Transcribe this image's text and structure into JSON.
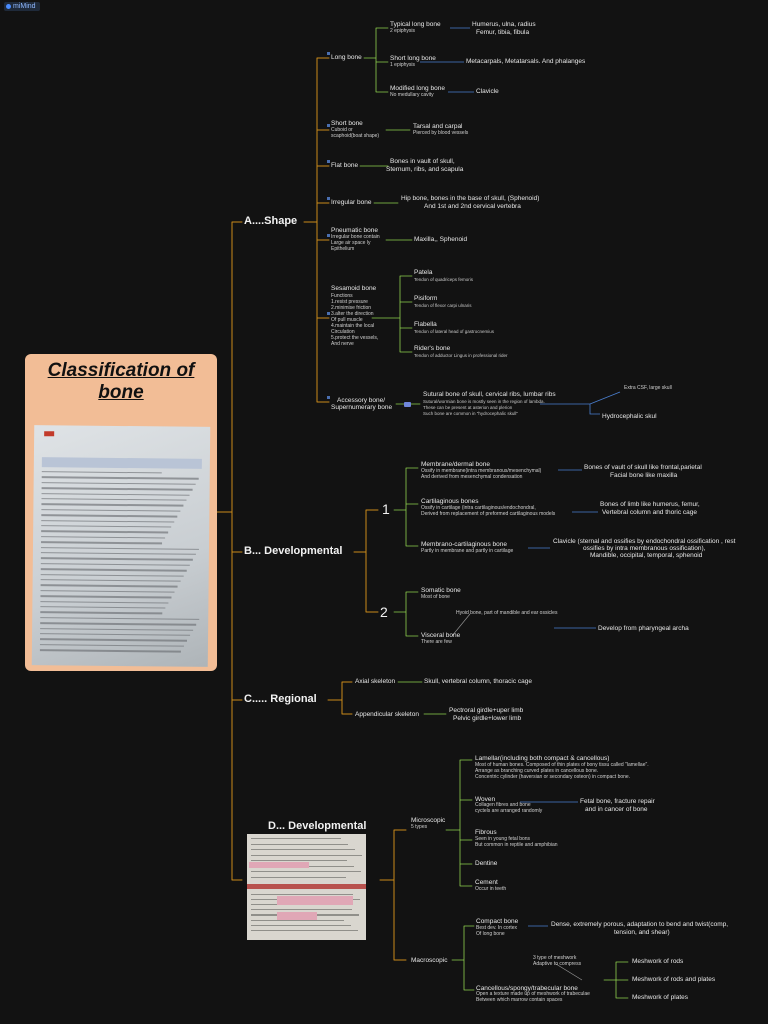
{
  "app": {
    "name": "miMind"
  },
  "central": {
    "title": "Classification of bone"
  },
  "shape": {
    "label": "A....Shape",
    "long_bone": {
      "label": "Long bone",
      "typical": {
        "title": "Typical long bone",
        "sub": "2 epiphysis",
        "ex1": "Humerus, ulna, radius",
        "ex2": "Femur, tibia, fibula"
      },
      "short": {
        "title": "Short long bone",
        "sub": "1 epiphysis",
        "ex": "Metacarpals, Metatarsals. And phalanges"
      },
      "modified": {
        "title": "Modified long bone",
        "sub": "No medullary cavity",
        "ex": "Clavicle"
      }
    },
    "short_bone": {
      "title": "Short bone",
      "sub1": "Cuboid or",
      "sub2": "scaphoid(boat shape)",
      "ex1": "Tarsal and carpal",
      "ex2": "Pierced by blood vessels"
    },
    "flat_bone": {
      "title": "Flat bone",
      "ex1": "Bones in vault of skull,",
      "ex2": "Sternum, ribs, and scapula"
    },
    "irregular_bone": {
      "title": "Irregular bone",
      "ex1": "Hip bone, bones in the base of skull,   (Sphenoid)",
      "ex2": "And 1st and 2nd cervical vertebra"
    },
    "pneumatic_bone": {
      "title": "Pneumatic bone",
      "sub1": "Irregular bone contain",
      "sub2": "Large air space ly",
      "sub3": "Epithelium",
      "ex": "Maxilla,, Sphenoid"
    },
    "sesamoid_bone": {
      "title": "Sesamoid bone",
      "functions": [
        "Functions",
        "1.resist pressure",
        "2.minimise friction",
        "3.alter the direction",
        "   Of pull muscle",
        "4.maintain the local",
        "   Circulation",
        "5.protect the vessels,",
        "   And nerve"
      ],
      "items": [
        {
          "title": "Patela",
          "sub": "Tendon of quadriceps femoris"
        },
        {
          "title": "Pisiform",
          "sub": "Tendon of flexor carpi ulnaris"
        },
        {
          "title": "Flabella",
          "sub": "Tendon of lateral head of gastrocnemius"
        },
        {
          "title": "Rider's bone",
          "sub": "Tendon of adductor Lingus in professional rider"
        }
      ]
    },
    "accessory_bone": {
      "title1": "Accessory bone/",
      "title2": "Supernumerary bone",
      "desc_title": "Sutural bone of skull, cervical ribs, lumbar ribs",
      "desc1": "Sutural/wormian bone is mostly seen in the region of lambda.",
      "desc2": "These can be present at asterion and plerion",
      "desc3": "Such bone are common in \"hydrocephalic skull\"",
      "note": "Extra CSF, large skull",
      "child": "Hydrocephalic skul"
    }
  },
  "developmental": {
    "label": "B... Developmental",
    "group1": {
      "num": "1",
      "membrane": {
        "title": "Membrane/dermal bone",
        "sub1": "Ossify in membrane(intra membranous/mesenchymal)",
        "sub2": "And derived from mesenchymal condensation",
        "ex1": "Bones of vault of skull like frontal,parietal",
        "ex2": "Facial bone like maxilla"
      },
      "cartilaginous": {
        "title": "Cartilaginous bones",
        "sub1": "Ossify in cartilage (intra cartilaginous/endochondral,",
        "sub2": "Derived from replacement of preformed cartilaginous models",
        "ex1": "Bones of limb like humerus, femur,",
        "ex2": "Vertebral column and thoric cage"
      },
      "membrano": {
        "title": "Membrano-cartilaginous bone",
        "sub": "Partly in membrane and partly in cartilage",
        "ex1": "Clavicle (sternal and ossifies by endochondral ossification , rest",
        "ex2": "ossifies by intra membranous ossification),",
        "ex3": "Mandible, occipital, temporal, sphenoid"
      }
    },
    "group2": {
      "num": "2",
      "somatic": {
        "title": "Somatic bone",
        "sub": "Most of bone"
      },
      "hyoid": "Hyoid bone, part of mandible and ear ossicles",
      "visceral": {
        "title": "Visceral bone",
        "sub": "There are few",
        "ex": "Develop from pharyngeal archa"
      }
    }
  },
  "regional": {
    "label": "C..... Regional",
    "axial": {
      "title": "Axial skeleton",
      "ex": "Skull, vertebral column, thoracic cage"
    },
    "appendicular": {
      "title": "Appendicular skeleton",
      "ex1": "Pectroral girdle+uper limb",
      "ex2": "Pelvic girdle+lower limb"
    }
  },
  "developmental_d": {
    "label": "D... Developmental",
    "microscopic": {
      "title": "Microscopic",
      "sub": "5 types",
      "lamellar": {
        "title": "Lamellar(including both compact & cancellous)",
        "l1": "Most of human bones. Composed of thin plates of bony tissu called \"lamellae\".",
        "l2": "Arrange as branching curved plates in cancellous bone.",
        "l3": "Concentric cylinder (haversian or secondary osteon) in compact bone."
      },
      "woven": {
        "title": "Woven",
        "l1": "Collagen fibres and bone",
        "l2": "cyctels are arranged randomly",
        "ex1": "Fetal bone, fracture repair",
        "ex2": "and in cancer of bone"
      },
      "fibrous": {
        "title": "Fibrous",
        "l1": "Seen in young fetal bons",
        "l2": "But common in reptile and amphibian"
      },
      "dentine": {
        "title": "Dentine"
      },
      "cement": {
        "title": "Cement",
        "sub": "Occur in teeth"
      }
    },
    "macroscopic": {
      "title": "Macroscopic",
      "compact": {
        "title": "Compact bone",
        "l1": "Best dev. In cortex",
        "l2": "Of long bone",
        "ex1": "Dense, extremely porous, adaptation to bend and twist(comp,",
        "ex2": "tension, and shear)"
      },
      "cancellous": {
        "title": "Cancellous/spongy/trabecular bone",
        "l1": "Open a texture made up of meshwork of trabeculae",
        "l2": "Between which marrow contain spaces",
        "note1": "3 type of meshwork",
        "note2": "Adaptive to compress",
        "items": [
          "Meshwork of rods",
          "Meshwork of rods and plates",
          "Meshwork of plates"
        ]
      }
    }
  },
  "colors": {
    "branch": "#c98a1a",
    "green": "#8fd14f",
    "blue": "#4a7fd0",
    "central_bg": "#f2bd96"
  }
}
